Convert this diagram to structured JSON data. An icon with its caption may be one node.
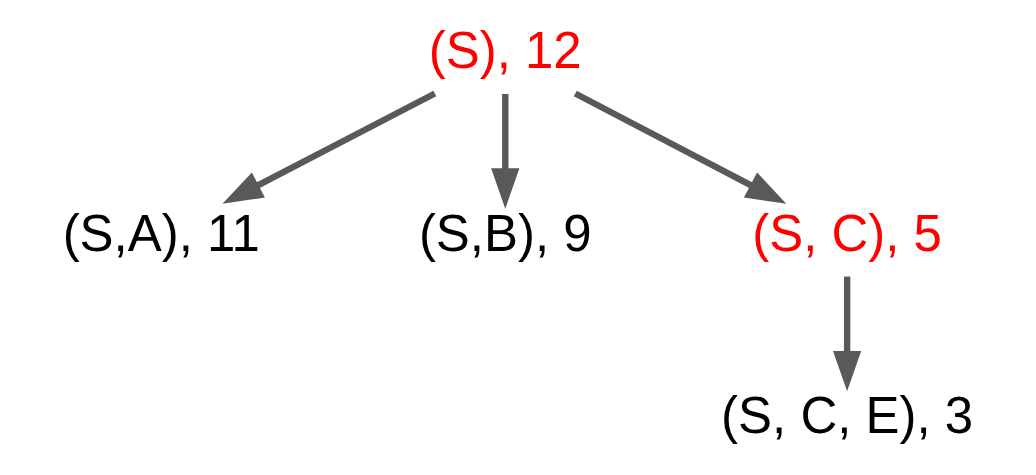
{
  "diagram": {
    "nodes": [
      {
        "text": [
          "(S), 12"
        ]
      },
      {
        "text": [
          "(S,A), 11"
        ]
      },
      {
        "text": [
          "(S,B), 9"
        ]
      },
      {
        "text": [
          "(S, C), 5"
        ]
      },
      {
        "text": [
          "(S, C, E), 3"
        ]
      }
    ],
    "edges": [
      {
        "from": 0,
        "to": 1,
        "arrow": "to"
      },
      {
        "from": 0,
        "to": 2,
        "arrow": "to"
      },
      {
        "from": 0,
        "to": 3,
        "arrow": "to"
      },
      {
        "from": 3,
        "to": 4,
        "arrow": "to"
      }
    ]
  }
}
